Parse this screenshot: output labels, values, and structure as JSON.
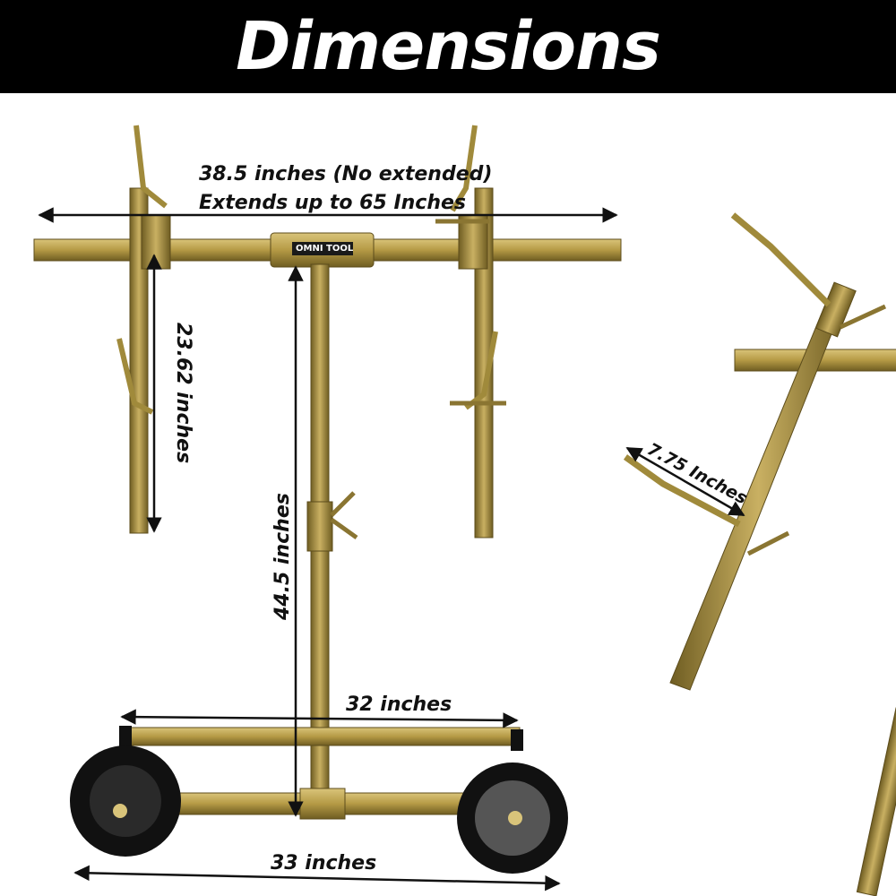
{
  "header": {
    "title": "Dimensions"
  },
  "brand": {
    "label": "OMNI TOOL"
  },
  "measurements": {
    "width_line1": "38.5 inches (No extended)",
    "width_line2": "Extends up to 65 Inches",
    "arm_height": "23.62 inches",
    "total_height": "44.5 inches",
    "upper_base": "32 inches",
    "lower_base": "33 inches",
    "hook": "7.75 Inches"
  },
  "colors": {
    "banner": "#000000",
    "metal": "#b59a45",
    "metal_dark": "#7d6a2a",
    "wheel": "#111111"
  }
}
